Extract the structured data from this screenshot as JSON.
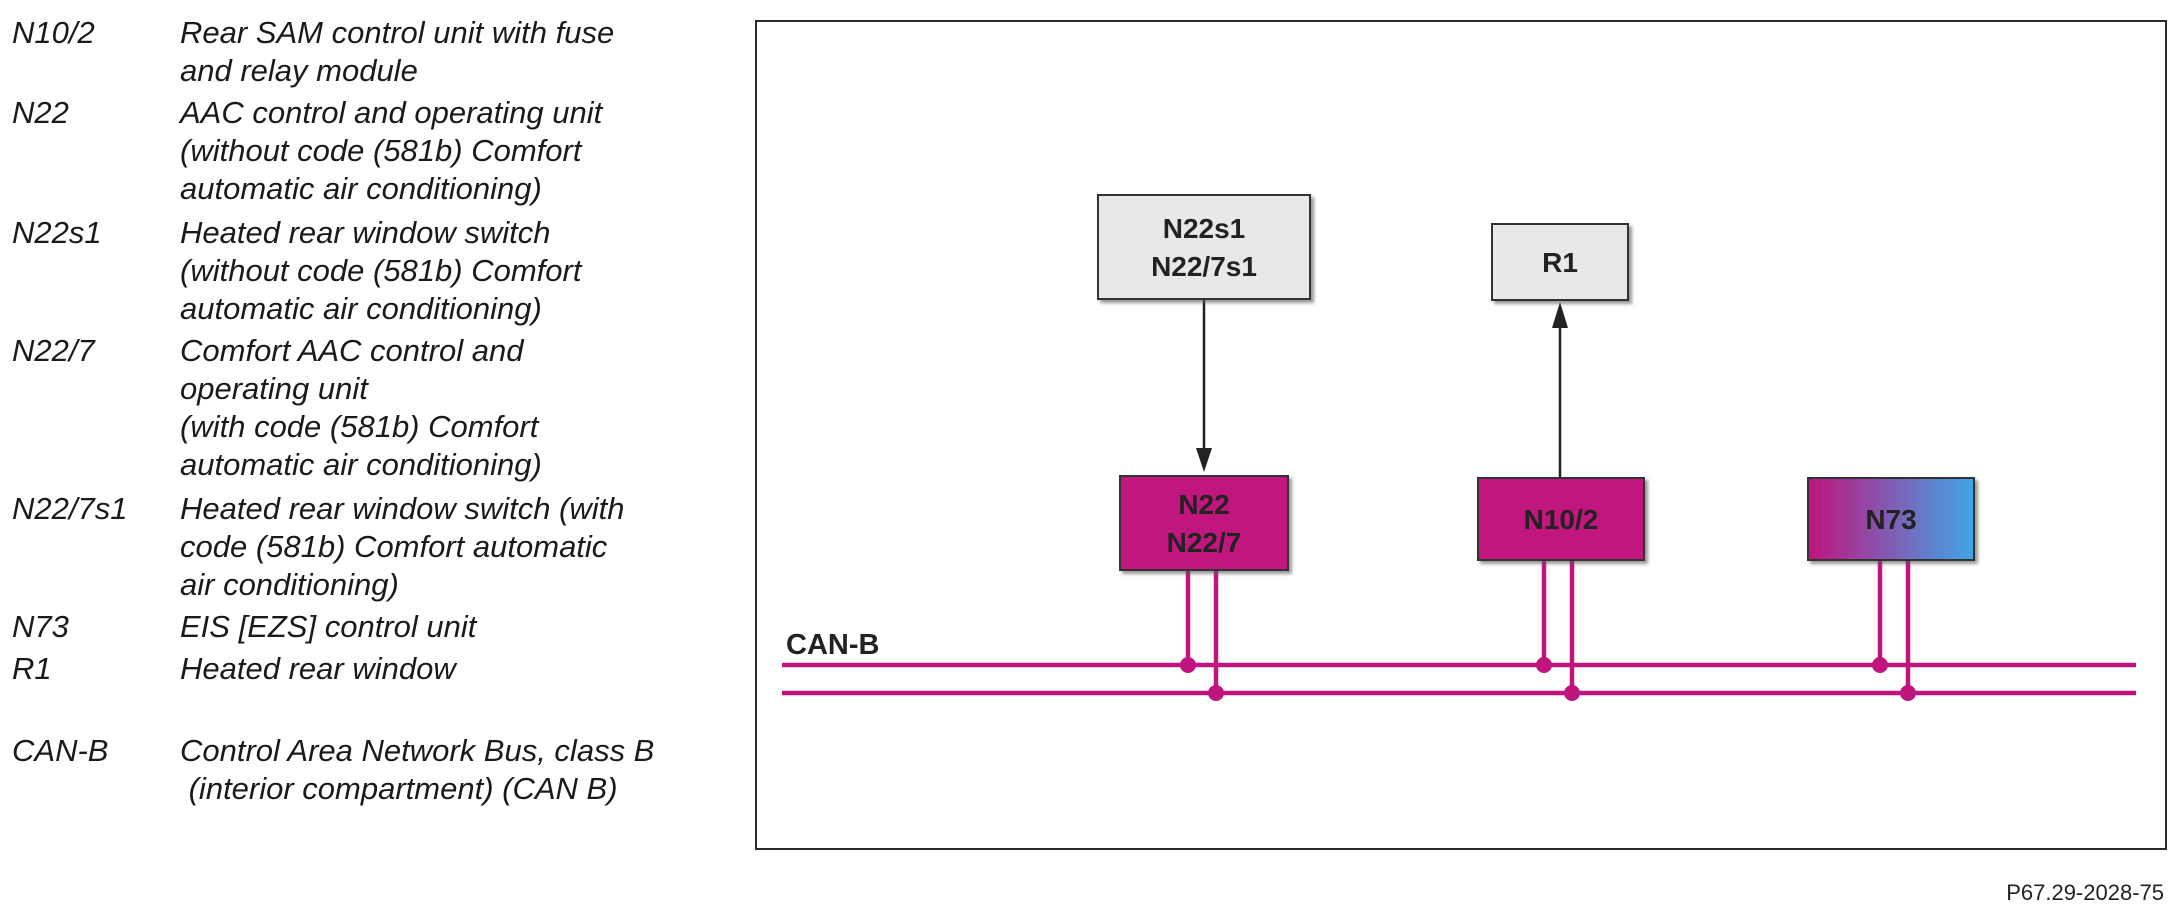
{
  "legend": [
    {
      "code": "N10/2",
      "lines": [
        "Rear SAM control unit with fuse",
        "and relay module"
      ]
    },
    {
      "code": "N22",
      "lines": [
        "AAC control and operating unit",
        "(without code (581b) Comfort",
        "automatic air conditioning)"
      ]
    },
    {
      "code": "N22s1",
      "lines": [
        "Heated rear window switch",
        "(without code (581b) Comfort",
        "automatic air conditioning)"
      ]
    },
    {
      "code": "N22/7",
      "lines": [
        "Comfort AAC control and",
        "operating unit",
        "(with code (581b) Comfort",
        "automatic air conditioning)"
      ]
    },
    {
      "code": "N22/7s1",
      "lines": [
        "Heated rear window switch (with",
        "code (581b) Comfort automatic",
        "air conditioning)"
      ]
    },
    {
      "code": "N73",
      "lines": [
        "EIS [EZS] control unit"
      ]
    },
    {
      "code": "R1",
      "lines": [
        "Heated rear window"
      ]
    },
    {
      "code": "CAN-B",
      "lines": [
        "Control Area Network Bus, class B",
        " (interior compartment) (CAN B)"
      ]
    }
  ],
  "diagram": {
    "switch_box": {
      "line1": "N22s1",
      "line2": "N22/7s1"
    },
    "r1_box": {
      "label": "R1"
    },
    "n22_box": {
      "line1": "N22",
      "line2": "N22/7"
    },
    "n10_box": {
      "label": "N10/2"
    },
    "n73_box": {
      "label": "N73"
    },
    "bus_label": "CAN-B",
    "colors": {
      "magenta": "#c0147e",
      "gray_box": "#e8e8e8",
      "blue": "#3fa6e8",
      "line": "#222222"
    }
  },
  "reference_id": "P67.29-2028-75"
}
